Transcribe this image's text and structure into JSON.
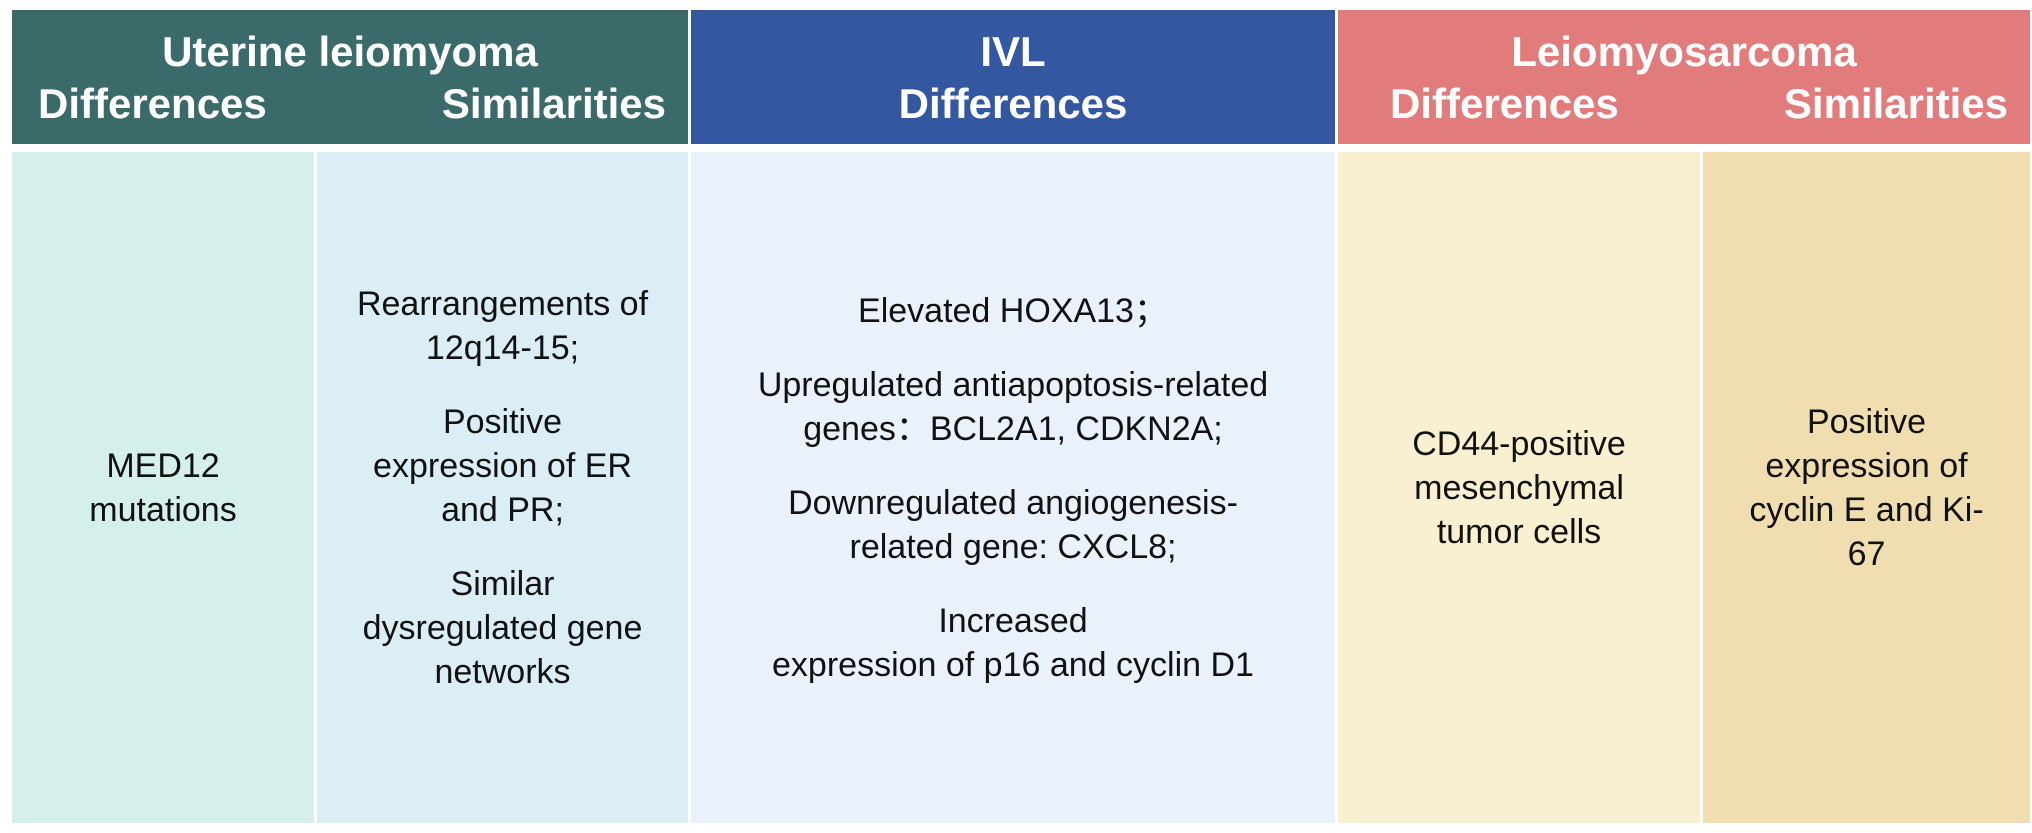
{
  "uterine_leiomyoma": {
    "title": "Uterine leiomyoma",
    "left_label": "Differences",
    "right_label": "Similarities",
    "differences": [
      "MED12",
      "mutations"
    ],
    "similarities": [
      [
        "Rearrangements of",
        "12q14-15;"
      ],
      [
        "Positive",
        "expression of ER",
        "and PR;"
      ],
      [
        "Similar",
        "dysregulated gene",
        "networks"
      ]
    ]
  },
  "ivl": {
    "title": "IVL",
    "label": "Differences",
    "differences": [
      [
        "Elevated HOXA13；"
      ],
      [
        "Upregulated antiapoptosis-related",
        "genes：BCL2A1, CDKN2A;"
      ],
      [
        "Downregulated angiogenesis-",
        "related gene: CXCL8;"
      ],
      [
        "Increased",
        "expression of p16 and cyclin D1"
      ]
    ]
  },
  "leiomyosarcoma": {
    "title": "Leiomyosarcoma",
    "left_label": "Differences",
    "right_label": "Similarities",
    "differences": [
      "CD44-positive",
      "mesenchymal",
      "tumor cells"
    ],
    "similarities": [
      "Positive",
      "expression of",
      "cyclin E and Ki-",
      "67"
    ]
  },
  "colors": {
    "uterine_header": "#3a6b6a",
    "ivl_header": "#3457a2",
    "lms_header": "#e27b7b",
    "uterine_diff_bg": "#d5efec",
    "uterine_sim_bg": "#dbeef5",
    "ivl_bg": "#e9f1fa",
    "lms_diff_bg": "#f8f0d0",
    "lms_sim_bg": "#f0ddb0"
  }
}
